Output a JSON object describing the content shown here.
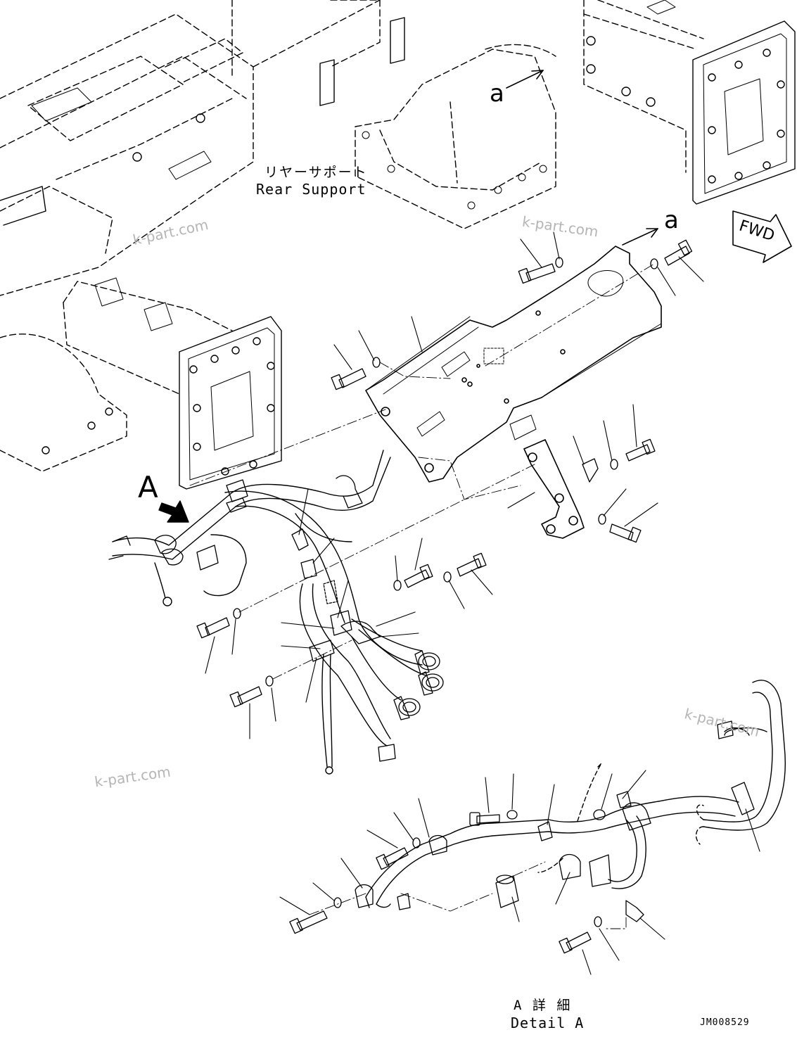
{
  "labels": {
    "rear_support_jp": "リヤーサポート",
    "rear_support_en": "Rear Support",
    "arrow_a_top": "a",
    "arrow_a_mid": "a",
    "fwd": "FWD",
    "view_a": "A",
    "detail_jp": "A 詳 細",
    "detail_en": "Detail A",
    "drawing_code": "JM008529"
  },
  "watermarks": [
    "k-part.com",
    "k-part.com",
    "k-part.com",
    "k-part.com"
  ],
  "colors": {
    "line": "#000000",
    "watermark": "#b5b5b5",
    "background": "#ffffff"
  }
}
